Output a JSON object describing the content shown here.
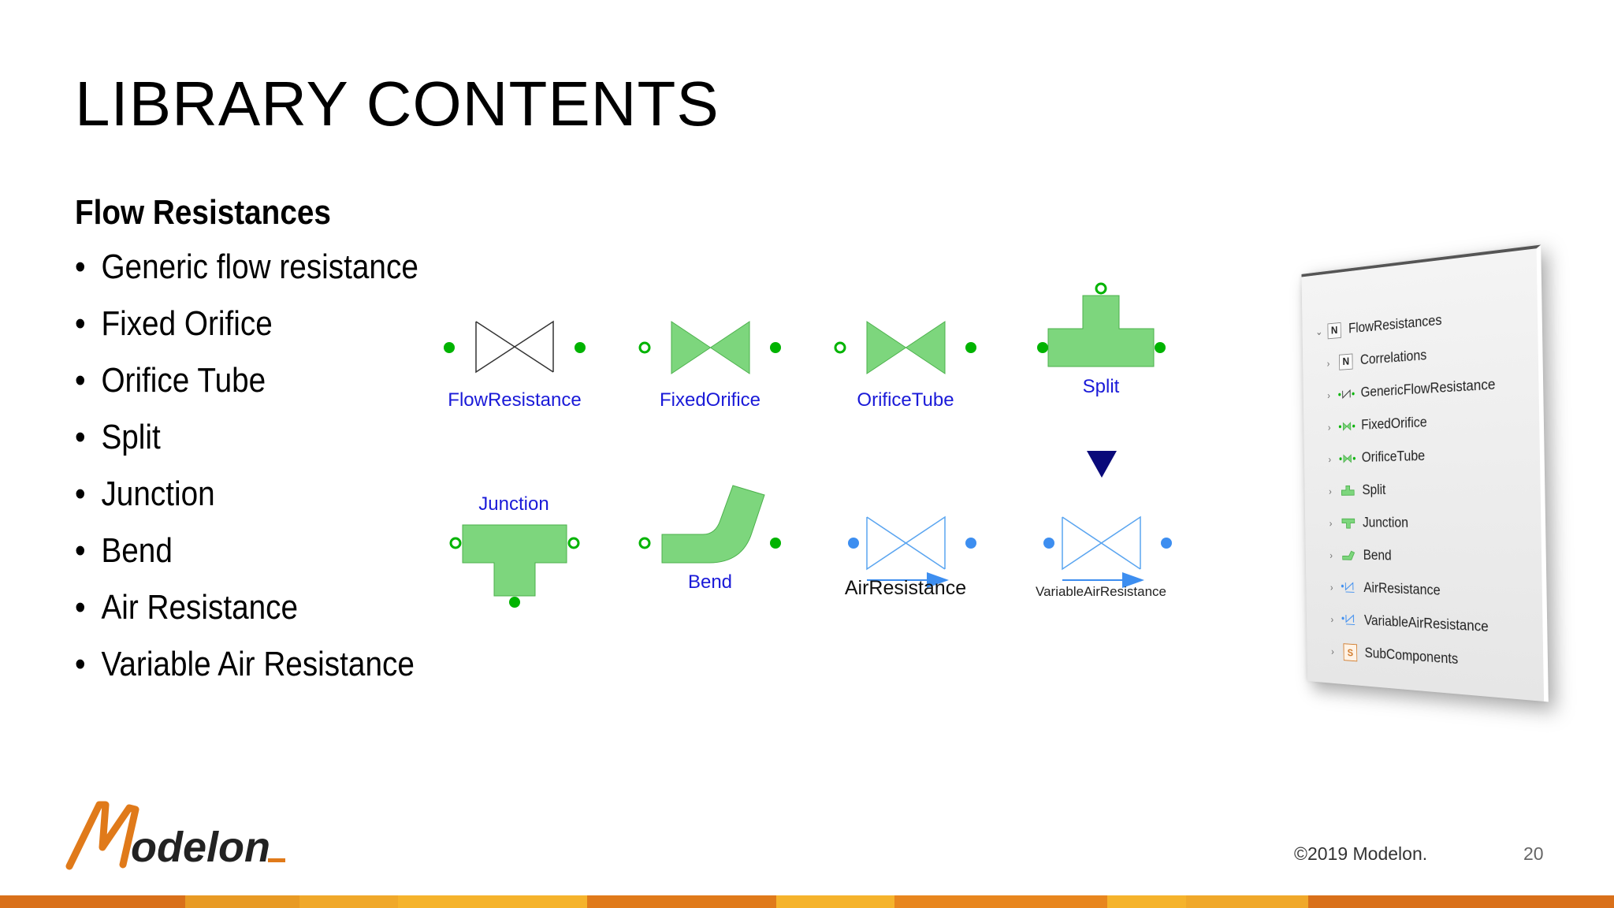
{
  "slide": {
    "title": "LIBRARY CONTENTS",
    "section_heading": "Flow Resistances",
    "bullets": [
      "Generic flow resistance",
      "Fixed Orifice",
      "Orifice Tube",
      "Split",
      "Junction",
      "Bend",
      "Air Resistance",
      "Variable Air Resistance"
    ],
    "bullet_glyph": "•"
  },
  "components": {
    "flow_resistance": "FlowResistance",
    "fixed_orifice": "FixedOrifice",
    "orifice_tube": "OrificeTube",
    "split": "Split",
    "junction": "Junction",
    "bend": "Bend",
    "air_resistance": "AirResistance",
    "variable_air_resistance": "VariableAirResistance"
  },
  "tree": {
    "root": "FlowResistances",
    "items": [
      "Correlations",
      "GenericFlowResistance",
      "FixedOrifice",
      "OrificeTube",
      "Split",
      "Junction",
      "Bend",
      "AirResistance",
      "VariableAirResistance",
      "SubComponents"
    ]
  },
  "logo": {
    "text": "Modelon"
  },
  "footer": {
    "copyright": "©2019 Modelon.",
    "page_number": "20"
  },
  "colors": {
    "component_green": "#7dd67d",
    "connector_green": "#00b300",
    "air_blue": "#3d8ef0",
    "label_blue": "#1a1ad8",
    "arrow_navy": "#0a0a7a",
    "logo_orange": "#e07a1a"
  }
}
